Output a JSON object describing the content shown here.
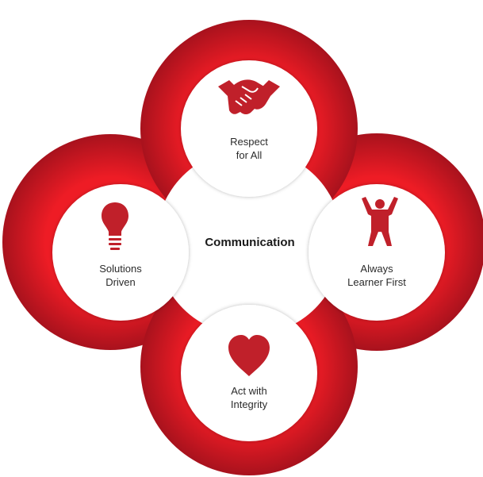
{
  "center": {
    "label": "Communication"
  },
  "values": [
    {
      "id": "top",
      "line1": "Respect",
      "line2": "for All",
      "icon": "handshake-icon"
    },
    {
      "id": "right",
      "line1": "Always",
      "line2": "Learner First",
      "icon": "person-arms-raised-icon"
    },
    {
      "id": "bottom",
      "line1": "Act with",
      "line2": "Integrity",
      "icon": "heart-icon"
    },
    {
      "id": "left",
      "line1": "Solutions",
      "line2": "Driven",
      "icon": "lightbulb-icon"
    }
  ],
  "colors": {
    "ring_light": "#ee1c25",
    "ring_dark": "#a8121d",
    "icon": "#c0202a",
    "inner_fill": "#ffffff",
    "text": "#2b2b2b"
  }
}
